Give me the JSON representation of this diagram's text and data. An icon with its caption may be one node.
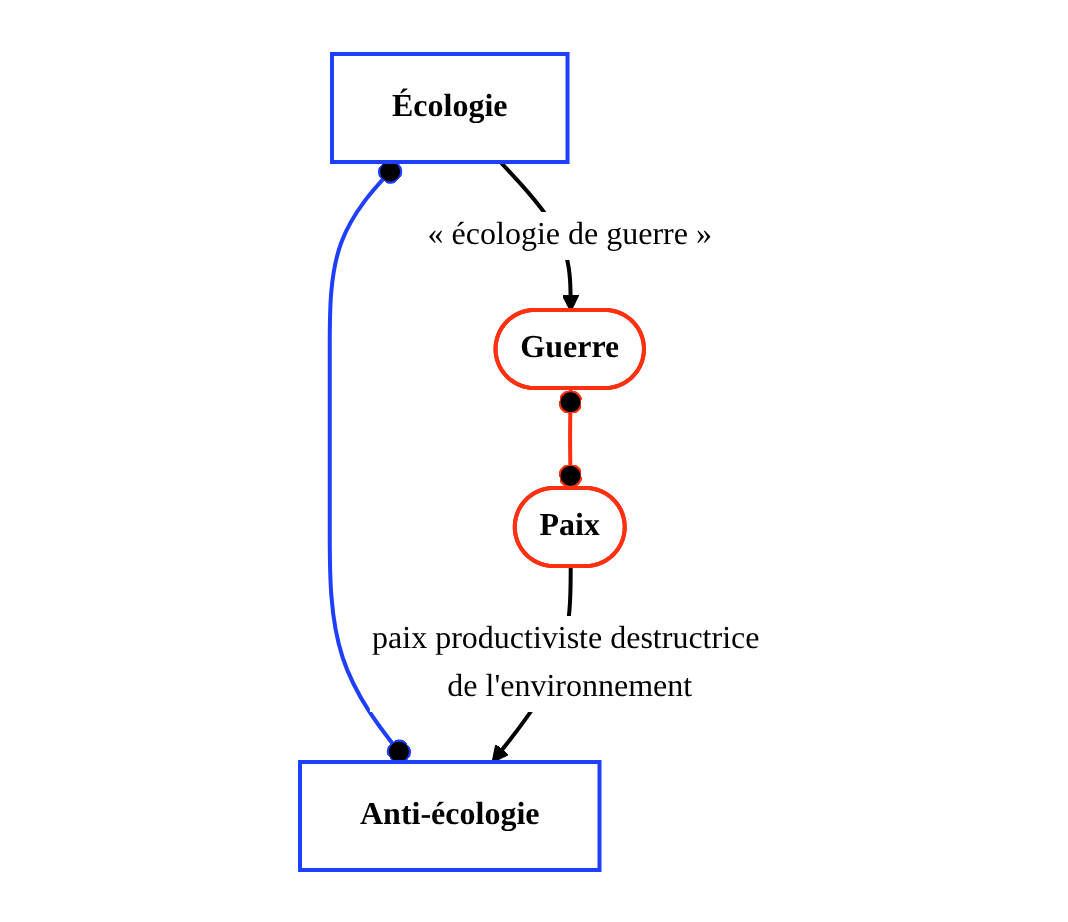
{
  "diagram": {
    "nodes": [
      {
        "text": [
          "Écologie"
        ]
      },
      {
        "text": [
          "Guerre"
        ]
      },
      {
        "text": [
          "Paix"
        ]
      },
      {
        "text": [
          "Anti-écologie"
        ]
      }
    ],
    "edges": [
      {
        "from": 0,
        "to": 1,
        "arrow": "to",
        "label": "« écologie de guerre »"
      },
      {
        "from": 0,
        "to": 3,
        "arrow": "other",
        "color": "#1f3fff"
      },
      {
        "from": 1,
        "to": 2,
        "arrow": "other",
        "color": "#ff3010"
      },
      {
        "from": 2,
        "to": 3,
        "arrow": "to",
        "label": "paix productiviste destructrice de l'environnement"
      }
    ]
  }
}
